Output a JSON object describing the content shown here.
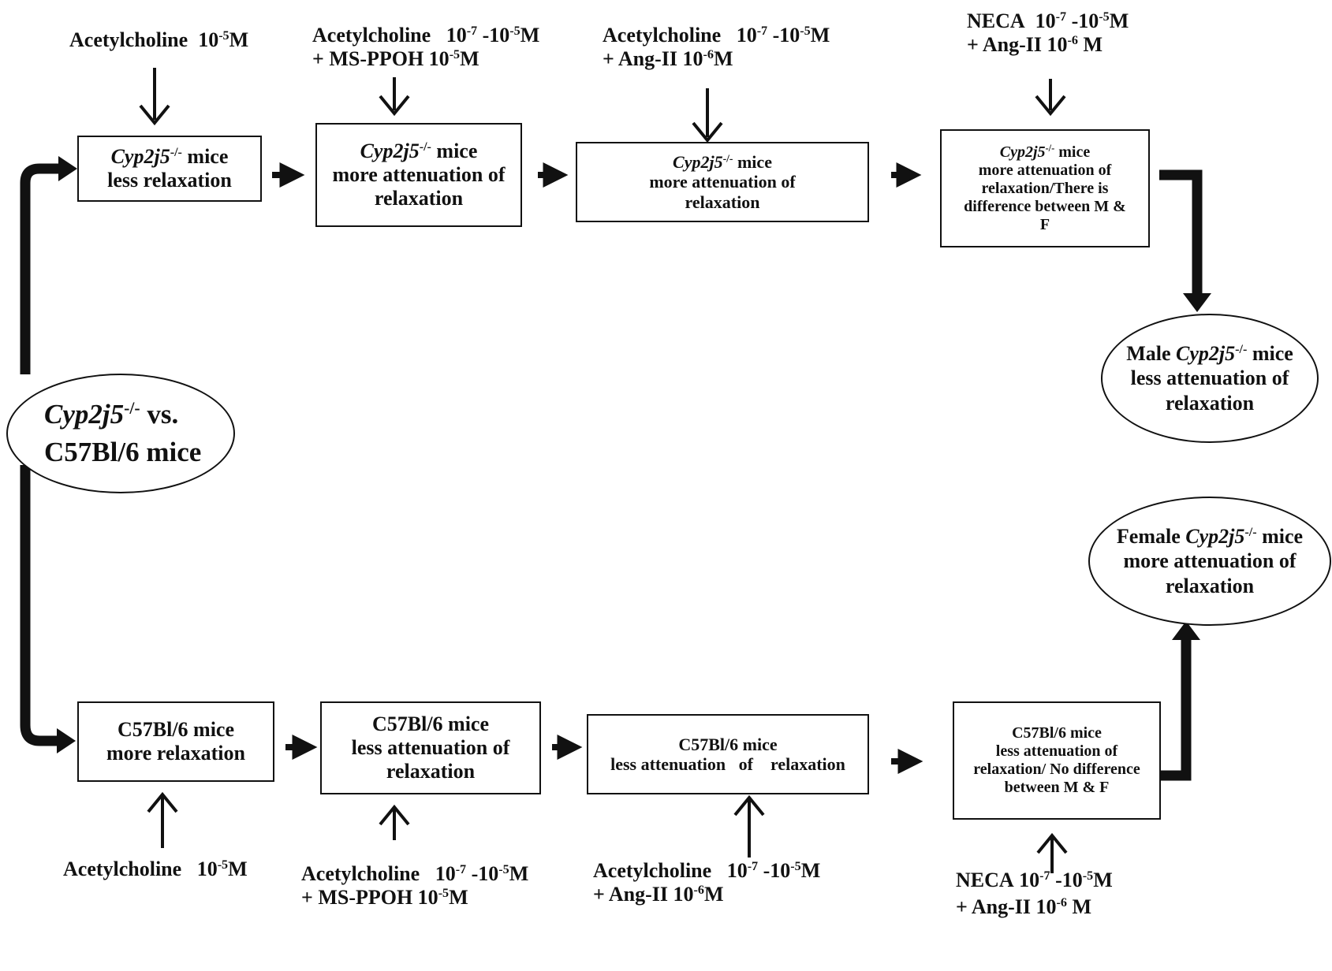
{
  "center": {
    "gene": "Cyp2j5",
    "gene_sup": "-/-",
    "vs": " vs.",
    "strain": "C57Bl/6 mice"
  },
  "top_inputs": [
    {
      "drug": "Acetylcholine",
      "conc_pre": "10",
      "conc_sup": "-5",
      "conc_post": "M",
      "line2": ""
    },
    {
      "drug": "Acetylcholine",
      "conc_pre": "10",
      "conc_sup": "-7",
      "conc_mid": " -10",
      "conc_sup2": "-5",
      "conc_post": "M",
      "line2_pre": "+ MS-PPOH 10",
      "line2_sup": "-5",
      "line2_post": "M"
    },
    {
      "drug": "Acetylcholine",
      "conc_pre": "10",
      "conc_sup": "-7",
      "conc_mid": " -10",
      "conc_sup2": "-5",
      "conc_post": "M",
      "line2_pre": "+ Ang-II 10",
      "line2_sup": "-6",
      "line2_post": "M"
    },
    {
      "drug": "NECA",
      "conc_pre": "10",
      "conc_sup": "-7",
      "conc_mid": " -10",
      "conc_sup2": "-5",
      "conc_post": "M",
      "line2_pre": "+ Ang-II  10",
      "line2_sup": "-6",
      "line2_post": " M"
    }
  ],
  "top_boxes": [
    {
      "gene": "Cyp2j5",
      "gene_sup": "-/-",
      "suffix": " mice",
      "line2": "less relaxation",
      "line3": ""
    },
    {
      "gene": "Cyp2j5",
      "gene_sup": "-/-",
      "suffix": " mice",
      "line2": "more attenuation  of",
      "line3": "relaxation"
    },
    {
      "gene": "Cyp2j5",
      "gene_sup": "-/-",
      "suffix": " mice",
      "line2": "more attenuation  of",
      "line3": "relaxation"
    },
    {
      "gene": "Cyp2j5",
      "gene_sup": "-/-",
      "suffix": " mice",
      "line2": "more attenuation of",
      "line3": "relaxation/There is",
      "line4": "difference between M &",
      "line5": "F"
    }
  ],
  "bottom_boxes": [
    {
      "line1": "C57Bl/6 mice",
      "line2": "more relaxation"
    },
    {
      "line1": "C57Bl/6 mice",
      "line2": "less attenuation  of",
      "line3": "relaxation"
    },
    {
      "line1": "C57Bl/6 mice",
      "line2": "less attenuation   of    relaxation"
    },
    {
      "line1": "C57Bl/6 mice",
      "line2": "less attenuation of",
      "line3": "relaxation/ No difference",
      "line4": "between M & F"
    }
  ],
  "bottom_inputs": [
    {
      "drug": "Acetylcholine",
      "conc_pre": "10",
      "conc_sup": "-5",
      "conc_post": "M"
    },
    {
      "drug": "Acetylcholine",
      "conc_pre": "10",
      "conc_sup": "-7",
      "conc_mid": " -10",
      "conc_sup2": "-5",
      "conc_post": "M",
      "line2_pre": "+ MS-PPOH 10",
      "line2_sup": "-5",
      "line2_post": "M"
    },
    {
      "drug": "Acetylcholine",
      "conc_pre": "10",
      "conc_sup": "-7",
      "conc_mid": " -10",
      "conc_sup2": "-5",
      "conc_post": "M",
      "line2_pre": "+ Ang-II 10",
      "line2_sup": "-6",
      "line2_post": "M"
    },
    {
      "drug": "NECA",
      "conc_pre": "10",
      "conc_sup": "-7",
      "conc_mid": " -10",
      "conc_sup2": "-5",
      "conc_post": "M",
      "line2_pre": "+ Ang-II 10",
      "line2_sup": "-6",
      "line2_post": " M"
    }
  ],
  "outcomes": {
    "male": {
      "prefix": "Male ",
      "gene": "Cyp2j5",
      "gene_sup": "-/-",
      "suffix": " mice",
      "line2": "less attenuation of",
      "line3": "relaxation"
    },
    "female": {
      "prefix": "Female ",
      "gene": "Cyp2j5",
      "gene_sup": "-/-",
      "suffix": " mice",
      "line2": "more attenuation of",
      "line3": "relaxation"
    }
  }
}
